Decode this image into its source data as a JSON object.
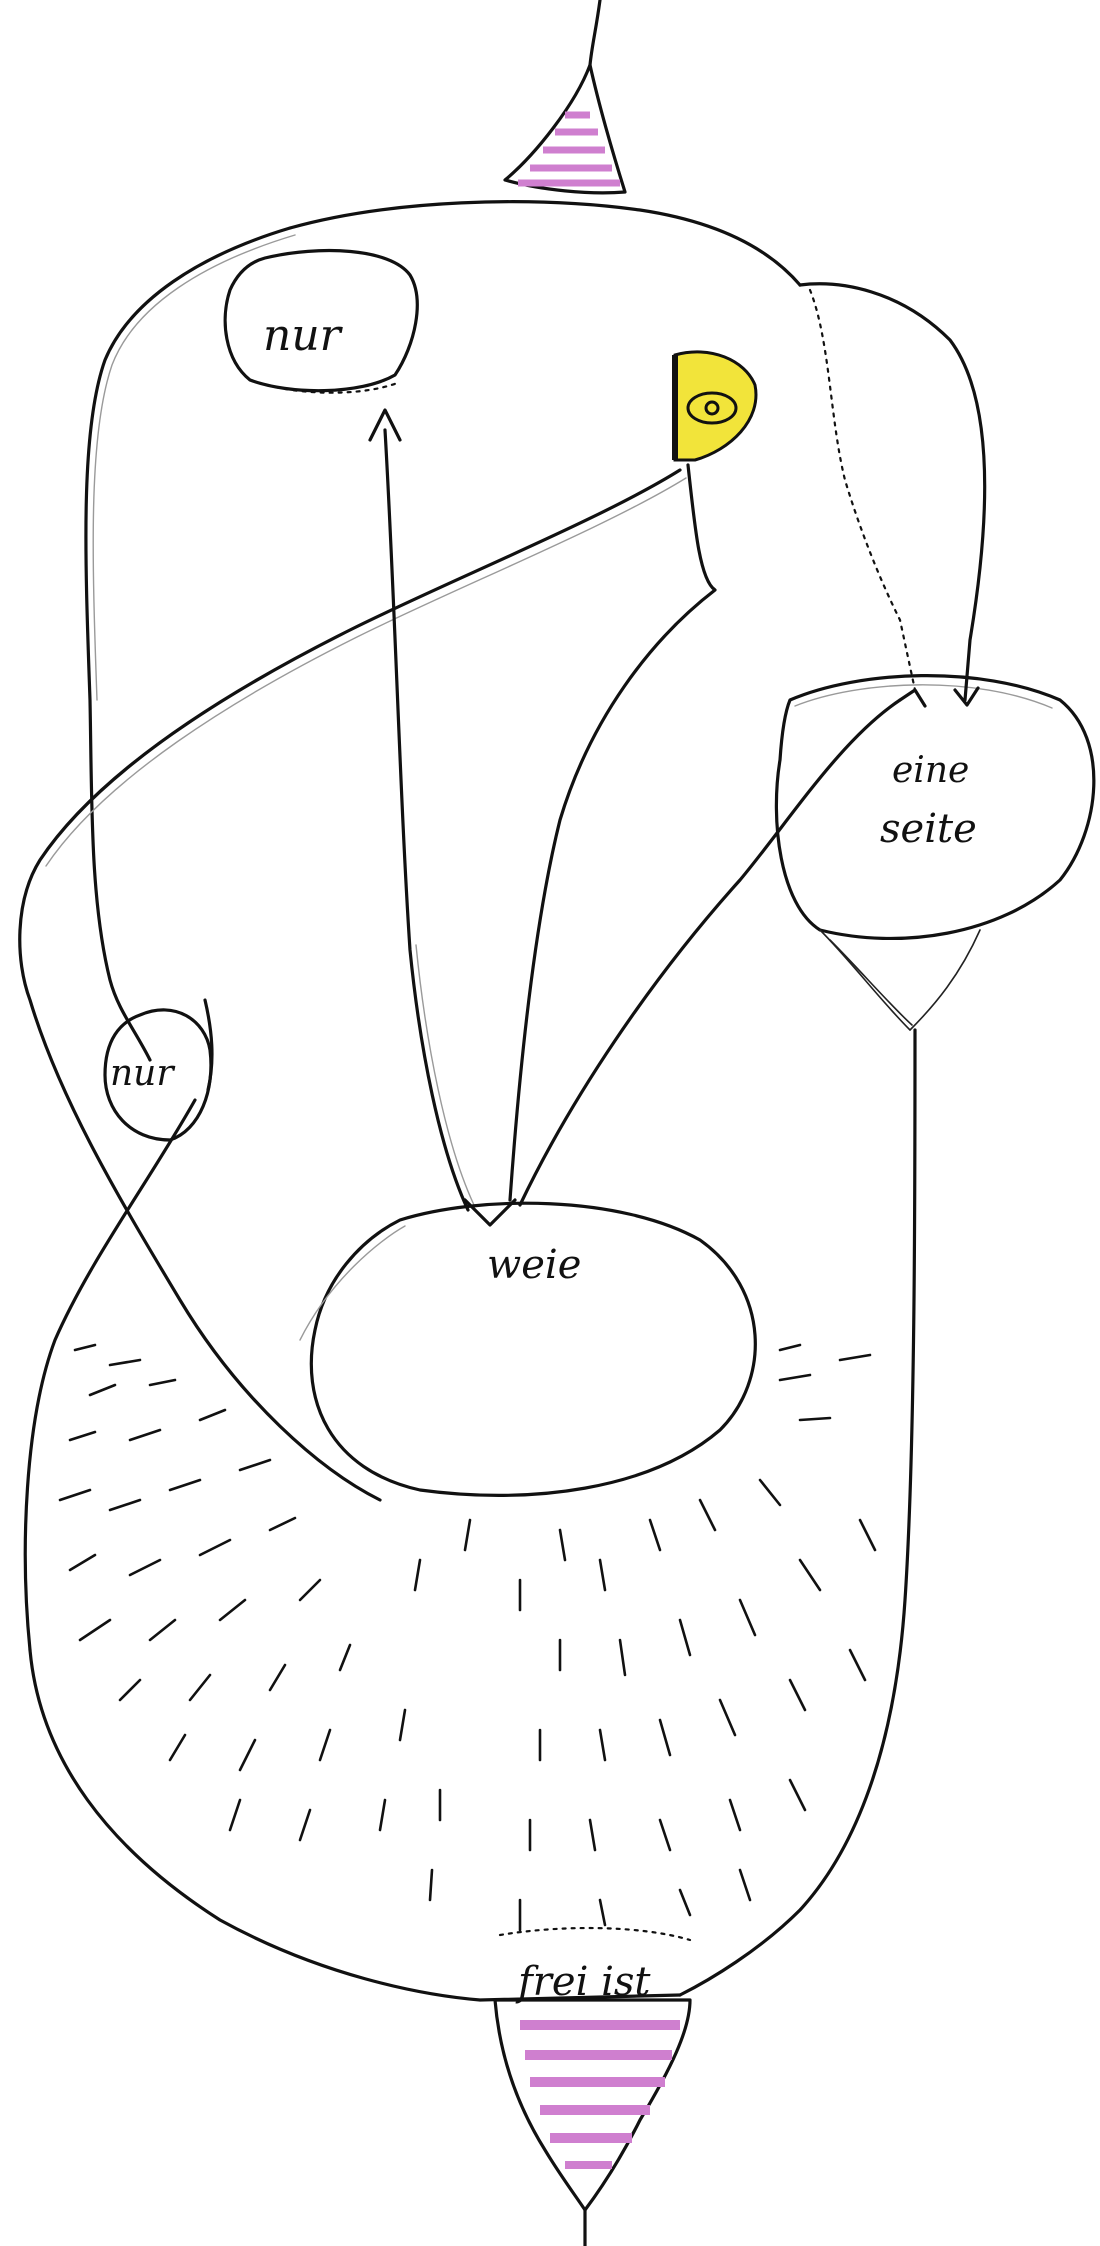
{
  "labels": {
    "nur_top": "nur",
    "nur_left": "nur",
    "eine": "eine",
    "seite": "seite",
    "weie": "weie",
    "frei_ist": "frei ist"
  },
  "colors": {
    "ink": "#111111",
    "yellow": "#f2e43a",
    "pink": "#cf7fcf",
    "paper": "#ffffff"
  },
  "icons": {
    "eye": "eye-icon"
  }
}
